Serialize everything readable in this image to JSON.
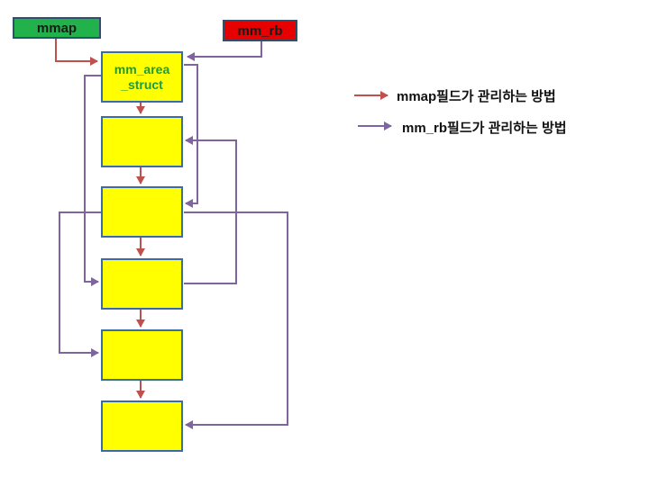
{
  "nodes": {
    "mmap_label": "mmap",
    "mm_rb_label": "mm_rb",
    "struct_line1": "mm_area",
    "struct_line2": "_struct"
  },
  "legend": [
    {
      "label": "mmap필드가 관리하는 방법",
      "color": "#c0504d"
    },
    {
      "label": "mm_rb필드가 관리하는 방법",
      "color": "#8064a2"
    }
  ],
  "colors": {
    "mmap_link": "#c0504d",
    "rb_link": "#8064a2",
    "node_fill": "#ffff00",
    "mmap_tag": "#22b24c",
    "mm_rb_tag": "#e60000"
  }
}
